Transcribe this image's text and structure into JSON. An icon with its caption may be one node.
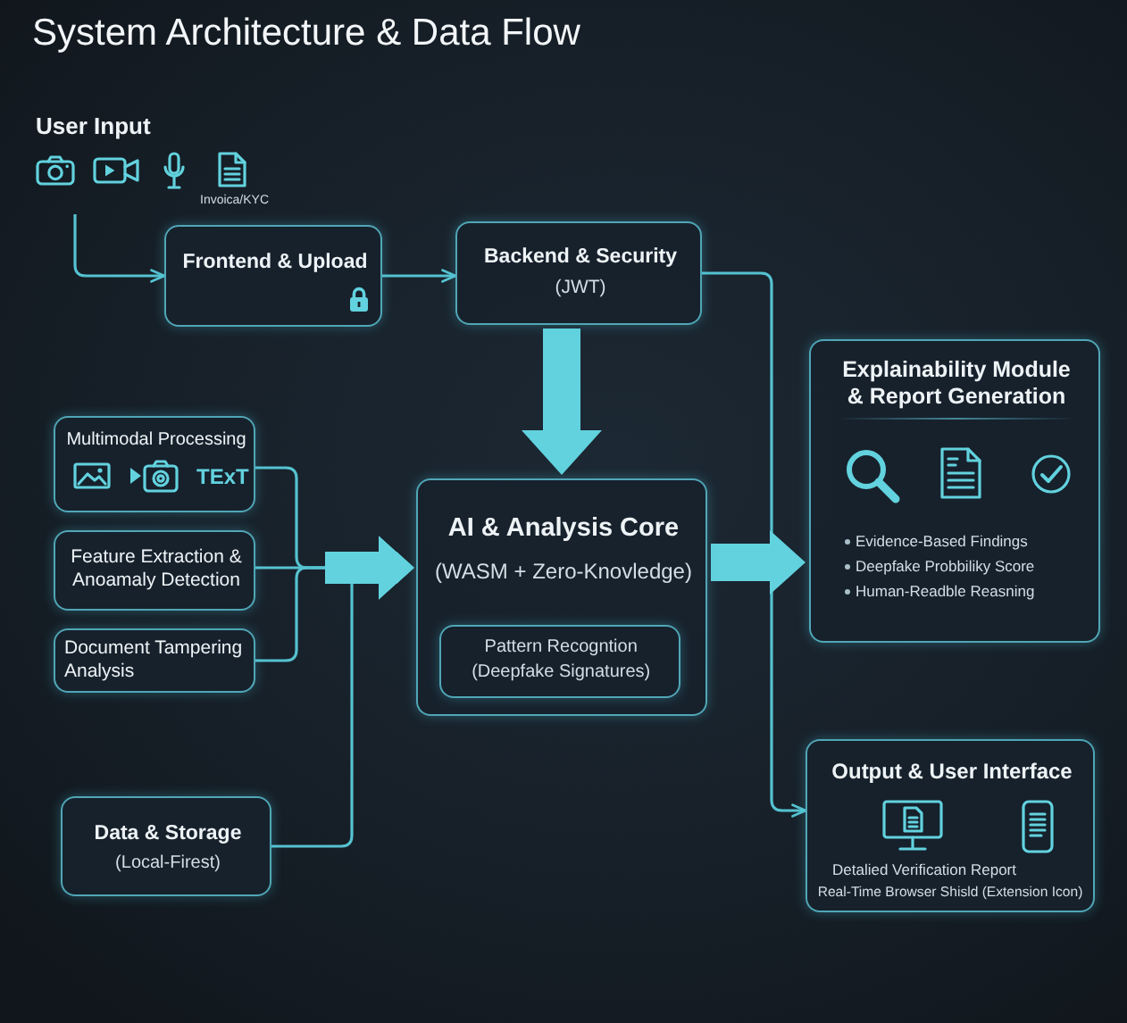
{
  "diagram": {
    "title": "System Architecture & Data Flow",
    "nodes": [
      {
        "text": [
          "User Input",
          "Invoica/KYC"
        ]
      },
      {
        "text": [
          "Frontend & Upload"
        ]
      },
      {
        "text": [
          "Backend & Security",
          "(JWT)"
        ]
      },
      {
        "text": [
          "Multimodal Processing",
          "TExT"
        ]
      },
      {
        "text": [
          "Feature Extraction & Anoamaly Detection"
        ]
      },
      {
        "text": [
          "Document Tampering Analysis"
        ]
      },
      {
        "text": [
          "Data & Storage",
          "(Local-Firest)"
        ]
      },
      {
        "text": [
          "AI & Analysis Core",
          "(WASM + Zero-Knovledge)"
        ]
      },
      {
        "text": [
          "Pattern Recogntion",
          "(Deepfake Signatures)"
        ],
        "in": 7
      },
      {
        "text": [
          "Explainability Module & Report Generation",
          "Evidence-Based Findings",
          "Deepfake Probbiliky Score",
          "Human-Readble Reasning"
        ]
      },
      {
        "text": [
          "Output & User Interface",
          "Detalied Verification Report",
          "Real-Time Browser Shisld (Extension Icon)"
        ]
      }
    ],
    "edges": [
      {
        "from": 0,
        "to": 1,
        "arrow": "to"
      },
      {
        "from": 1,
        "to": 2,
        "arrow": "to"
      },
      {
        "from": 2,
        "to": 7,
        "arrow": "to",
        "style": "thick"
      },
      {
        "from": 3,
        "to": 7,
        "arrow": "to"
      },
      {
        "from": 4,
        "to": 7,
        "arrow": "to",
        "style": "thick"
      },
      {
        "from": 5,
        "to": 7,
        "arrow": "to"
      },
      {
        "from": 6,
        "to": 7,
        "arrow": "to"
      },
      {
        "from": 7,
        "to": 9,
        "arrow": "to",
        "style": "thick"
      },
      {
        "from": 2,
        "to": 10,
        "arrow": "to"
      }
    ]
  }
}
